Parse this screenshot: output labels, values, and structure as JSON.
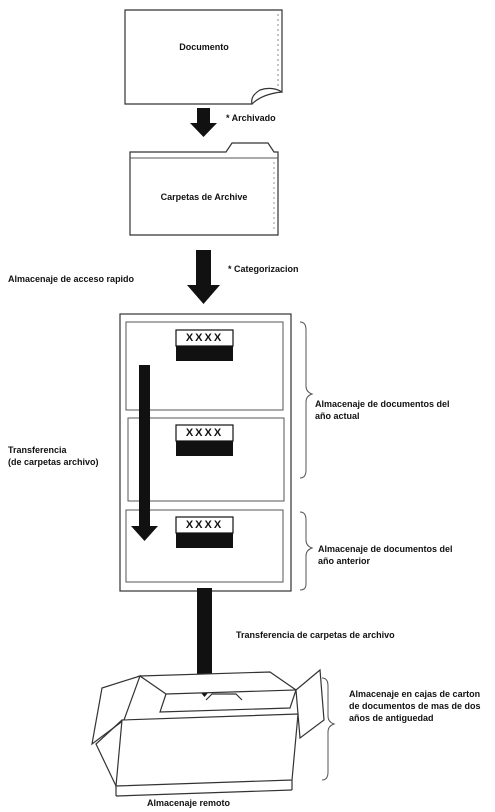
{
  "diagram": {
    "documento_label": "Documento",
    "archivado_label": "* Archivado",
    "carpetas_label": "Carpetas de Archive",
    "categorizacion_label": "* Categorizacion",
    "acceso_rapido_label": "Almacenaje de acceso rapido",
    "folder_tag_text": "XXXX",
    "transferencia_label": "Transferencia\n(de carpetas archivo)",
    "actual_label": "Almacenaje de documentos del\naño actual",
    "anterior_label": "Almacenaje de documentos del\naño anterior",
    "transferencia_carpetas_label": "Transferencia de carpetas de archivo",
    "cajas_label": "Almacenaje en cajas de carton\nde documentos de mas de dos\naños de antiguedad",
    "remoto_label": "Almacenaje remoto"
  }
}
